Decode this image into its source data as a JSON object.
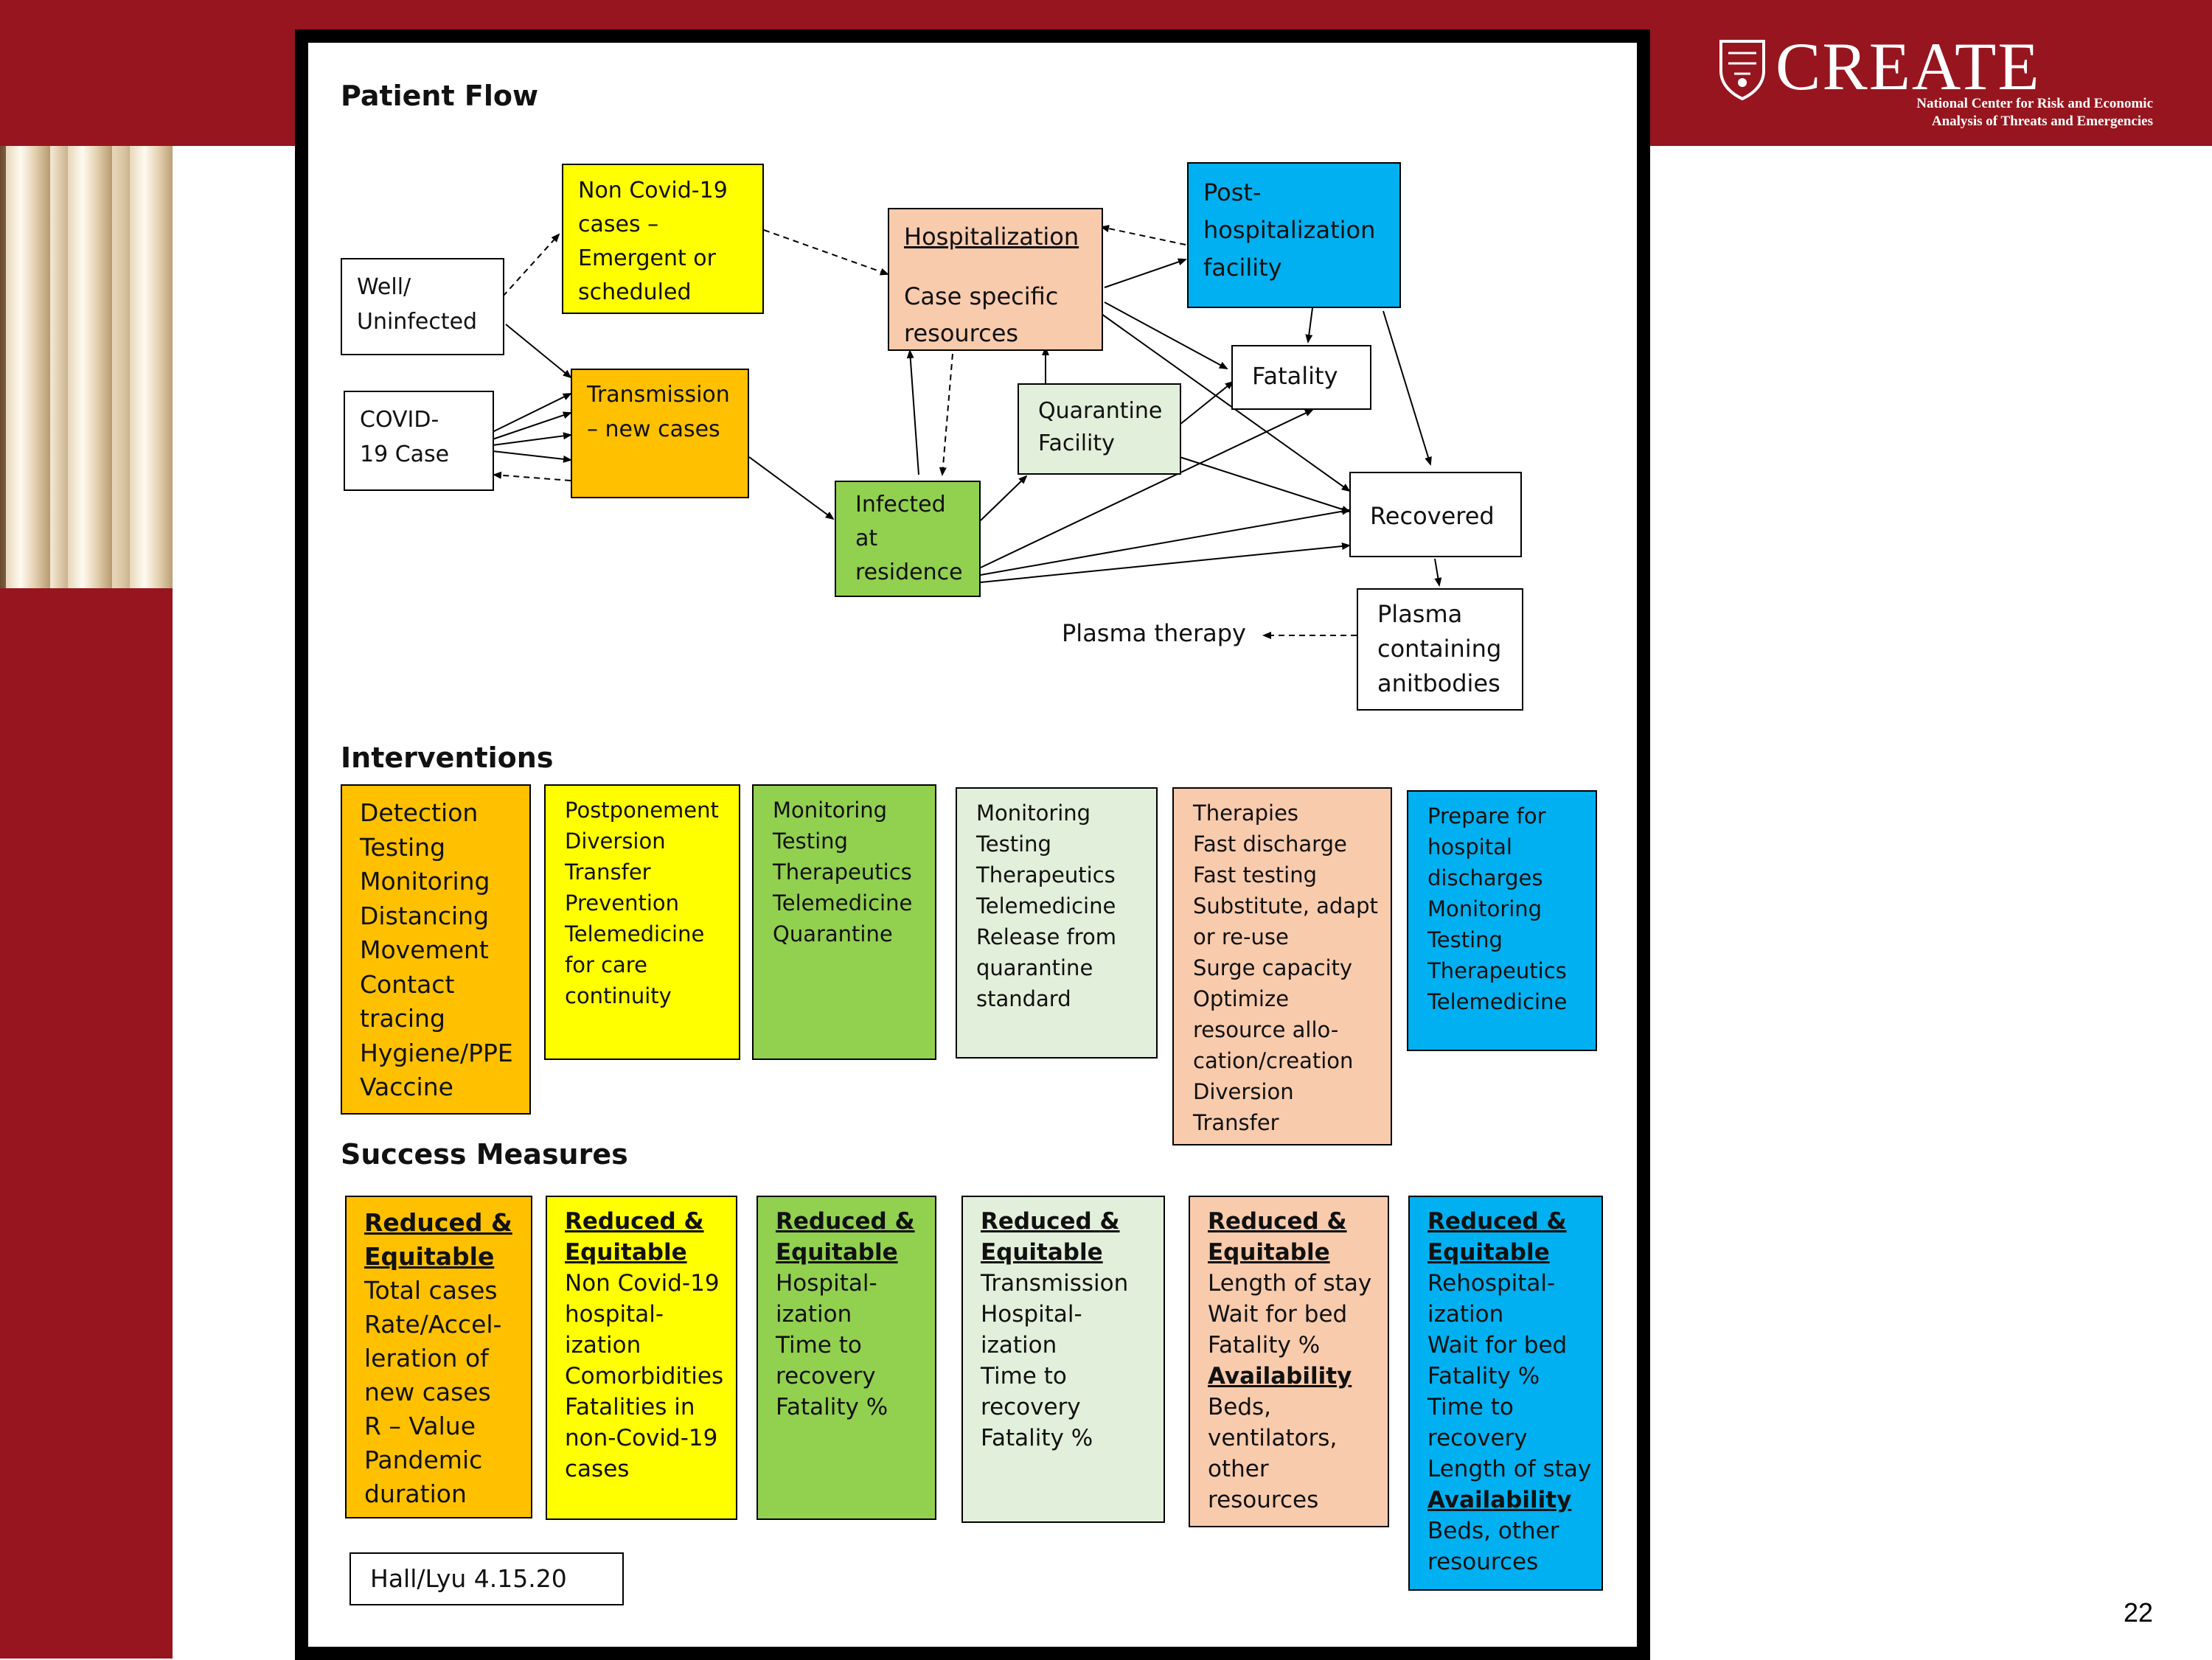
{
  "colors": {
    "maroon": "#97151f",
    "orange": "#ffc000",
    "yellow": "#ffff00",
    "green": "#92d050",
    "light_green": "#e2efda",
    "peach": "#f8cbad",
    "blue": "#00b0f0",
    "white": "#ffffff"
  },
  "logo": {
    "wordmark": "CREATE",
    "subtitle_line1": "National Center for Risk and Economic",
    "subtitle_line2": "Analysis of Threats and Emergencies",
    "seal_icon": "university-seal-icon"
  },
  "page_number": "22",
  "sections": {
    "patient_flow": "Patient Flow",
    "interventions": "Interventions",
    "success_measures": "Success Measures"
  },
  "flow": {
    "well": [
      "Well/",
      "Uninfected"
    ],
    "covid_case": [
      "COVID-",
      "19 Case"
    ],
    "non_covid": [
      "Non Covid-19",
      "cases –",
      "Emergent or",
      "scheduled"
    ],
    "transmission": [
      "Transmission",
      "– new cases"
    ],
    "hospitalization_title": "Hospitalization",
    "hospitalization_lines": [
      "Case specific",
      "resources"
    ],
    "post_hospitalization": [
      "Post-",
      "hospitalization",
      "facility"
    ],
    "fatality": "Fatality",
    "quarantine": [
      "Quarantine",
      "Facility"
    ],
    "infected": [
      "Infected",
      "at",
      "residence"
    ],
    "recovered": "Recovered",
    "plasma": [
      "Plasma",
      "containing",
      "anitbodies"
    ],
    "plasma_therapy": "Plasma therapy"
  },
  "interventions": [
    [
      "Detection",
      "Testing",
      "Monitoring",
      "Distancing",
      "Movement",
      "Contact",
      "tracing",
      "Hygiene/PPE",
      "Vaccine"
    ],
    [
      "Postponement",
      "Diversion",
      "Transfer",
      "Prevention",
      "Telemedicine",
      "for care",
      "continuity"
    ],
    [
      "Monitoring",
      "Testing",
      "Therapeutics",
      "Telemedicine",
      "Quarantine"
    ],
    [
      "Monitoring",
      "Testing",
      "Therapeutics",
      "Telemedicine",
      "Release from",
      "quarantine",
      "standard"
    ],
    [
      "Therapies",
      "Fast discharge",
      "Fast testing",
      "Substitute, adapt",
      "or re-use",
      "Surge capacity",
      "Optimize",
      "resource allo-",
      "cation/creation",
      "Diversion",
      "Transfer"
    ],
    [
      "Prepare for",
      "hospital",
      "discharges",
      "Monitoring",
      "Testing",
      "Therapeutics",
      "Telemedicine"
    ]
  ],
  "measures": [
    {
      "heading": [
        "Reduced &",
        "Equitable"
      ],
      "lines": [
        "Total cases",
        "Rate/Accel-",
        "leration of",
        "new cases",
        "R – Value",
        "Pandemic",
        "duration"
      ]
    },
    {
      "heading": [
        "Reduced &",
        "Equitable"
      ],
      "lines": [
        "Non Covid-19",
        "hospital-",
        "ization",
        "Comorbidities",
        "Fatalities in",
        "non-Covid-19",
        "cases"
      ]
    },
    {
      "heading": [
        "Reduced &",
        "Equitable"
      ],
      "lines": [
        "Hospital-",
        "ization",
        "Time to",
        "recovery",
        "Fatality %"
      ]
    },
    {
      "heading": [
        "Reduced &",
        "Equitable"
      ],
      "lines": [
        "Transmission",
        "Hospital-",
        "ization",
        "Time to",
        "recovery",
        "Fatality %"
      ]
    },
    {
      "heading": [
        "Reduced &",
        "Equitable"
      ],
      "lines": [
        "Length of stay",
        "Wait for bed",
        "Fatality %"
      ],
      "heading2": "Availability",
      "lines2": [
        "Beds,",
        "ventilators,",
        "other",
        "resources"
      ]
    },
    {
      "heading": [
        "Reduced &",
        "Equitable"
      ],
      "lines": [
        "Rehospital-",
        "ization",
        "Wait for bed",
        "Fatality %",
        "Time to",
        "recovery",
        "Length of stay"
      ],
      "heading2": "Availability",
      "lines2": [
        "Beds, other",
        "resources"
      ]
    }
  ],
  "credit": "Hall/Lyu 4.15.20"
}
